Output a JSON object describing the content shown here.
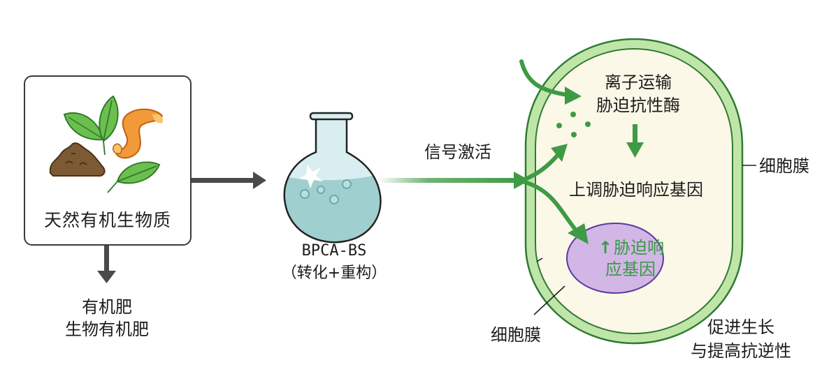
{
  "source": {
    "title": "天然有机生物质",
    "icons": [
      "leaf-pair-icon",
      "orange-peel-icon",
      "soil-pile-icon",
      "leaf-icon"
    ]
  },
  "fertilizer": {
    "line1": "有机肥",
    "line2": "生物有机肥"
  },
  "product": {
    "name": "BPCA-BS",
    "subtitle": "（转化+重构）",
    "icon": "flask-icon"
  },
  "signal": {
    "label": "信号激活"
  },
  "cell": {
    "top_text_line1": "离子运输",
    "top_text_line2": "胁迫抗性酶",
    "middle_text": "上调胁迫响应基因",
    "nucleus_line1": "胁迫响",
    "nucleus_line2": "应基因",
    "nucleus_marker": "↑",
    "membrane_label_right": "细胞膜",
    "membrane_label_bottom": "细胞膜"
  },
  "outcome": {
    "line1": "促进生长",
    "line2": "与提高抗逆性"
  },
  "colors": {
    "arrow_dark": "#4a4a4a",
    "green": "#3f9a45",
    "membrane_fill": "#bfe6a8",
    "membrane_stroke": "#2f7a33",
    "cytoplasm": "#fbf8e8",
    "nucleus_fill": "#d2b6e6",
    "nucleus_stroke": "#5a3a9e",
    "nucleus_text": "#3a9a45",
    "flask_liquid": "#9fcfcf",
    "flask_glass": "#d9eef0",
    "leaf": "#6cbf4f",
    "leaf_dark": "#2f7a2a",
    "peel": "#f29a3a",
    "soil": "#7b5a34"
  }
}
